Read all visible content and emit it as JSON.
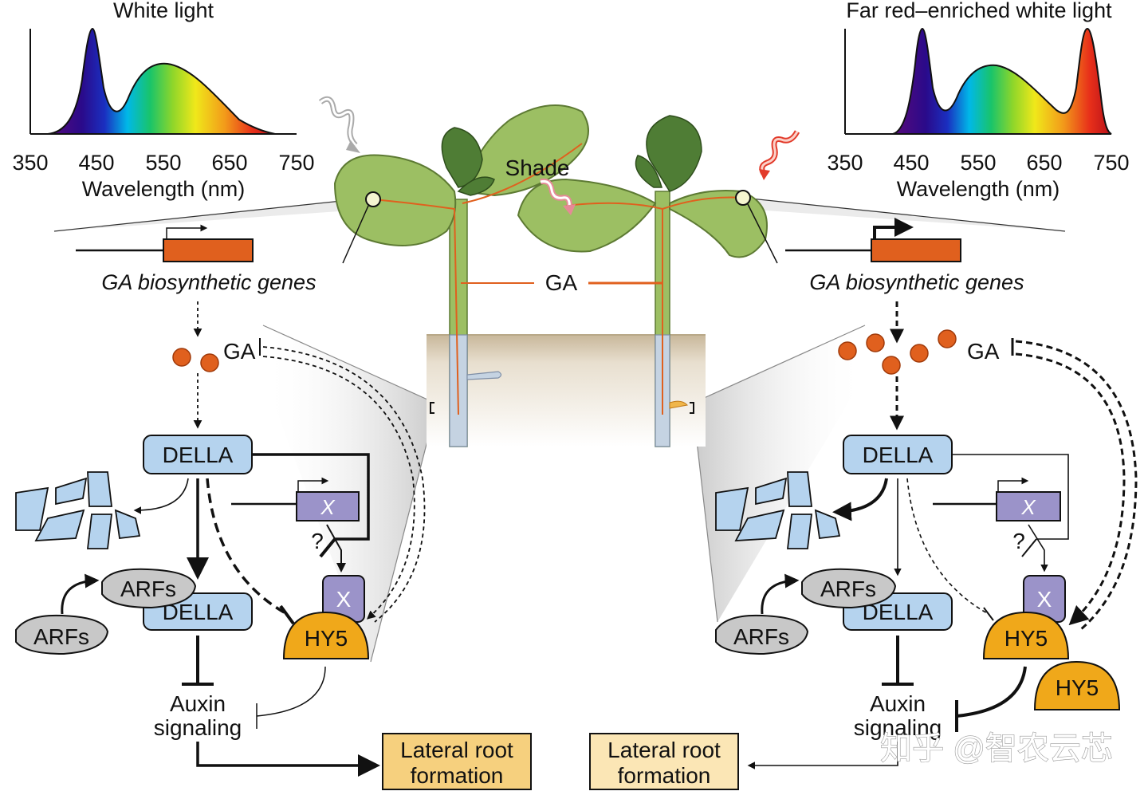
{
  "spectra": {
    "left": {
      "title": "White light",
      "xlabel": "Wavelength (nm)",
      "ticks": [
        "350",
        "450",
        "550",
        "650",
        "750"
      ]
    },
    "right": {
      "title": "Far red–enriched white light",
      "xlabel": "Wavelength (nm)",
      "ticks": [
        "350",
        "450",
        "550",
        "650",
        "750"
      ]
    }
  },
  "center": {
    "shade_label": "Shade",
    "ga_label": "GA"
  },
  "left_panel": {
    "gene_label": "GA biosynthetic genes",
    "ga_label": "GA",
    "della_top": "DELLA",
    "della_bottom": "DELLA",
    "x_gene": "X",
    "x_protein": "X",
    "question": "?",
    "arfs_1": "ARFs",
    "arfs_2": "ARFs",
    "hy5": "HY5",
    "auxin_line1": "Auxin",
    "auxin_line2": "signaling",
    "output_line1": "Lateral root",
    "output_line2": "formation"
  },
  "right_panel": {
    "gene_label": "GA biosynthetic genes",
    "ga_label": "GA",
    "della_top": "DELLA",
    "della_bottom": "DELLA",
    "x_gene": "X",
    "x_protein": "X",
    "question": "?",
    "arfs_1": "ARFs",
    "arfs_2": "ARFs",
    "hy5": "HY5",
    "hy5_extra": "HY5",
    "auxin_line1": "Auxin",
    "auxin_line2": "signaling",
    "output_line1": "Lateral root",
    "output_line2": "formation"
  },
  "watermark": "知乎 @智农云芯",
  "colors": {
    "della": "#b5d3ee",
    "x": "#9b93c9",
    "hy5": "#f0a81a",
    "arfs": "#c8c8c8",
    "ga": "#e0601e",
    "gene_box": "#e0601e",
    "output_left": "#f6d07e",
    "output_right": "#fbe6b5"
  }
}
